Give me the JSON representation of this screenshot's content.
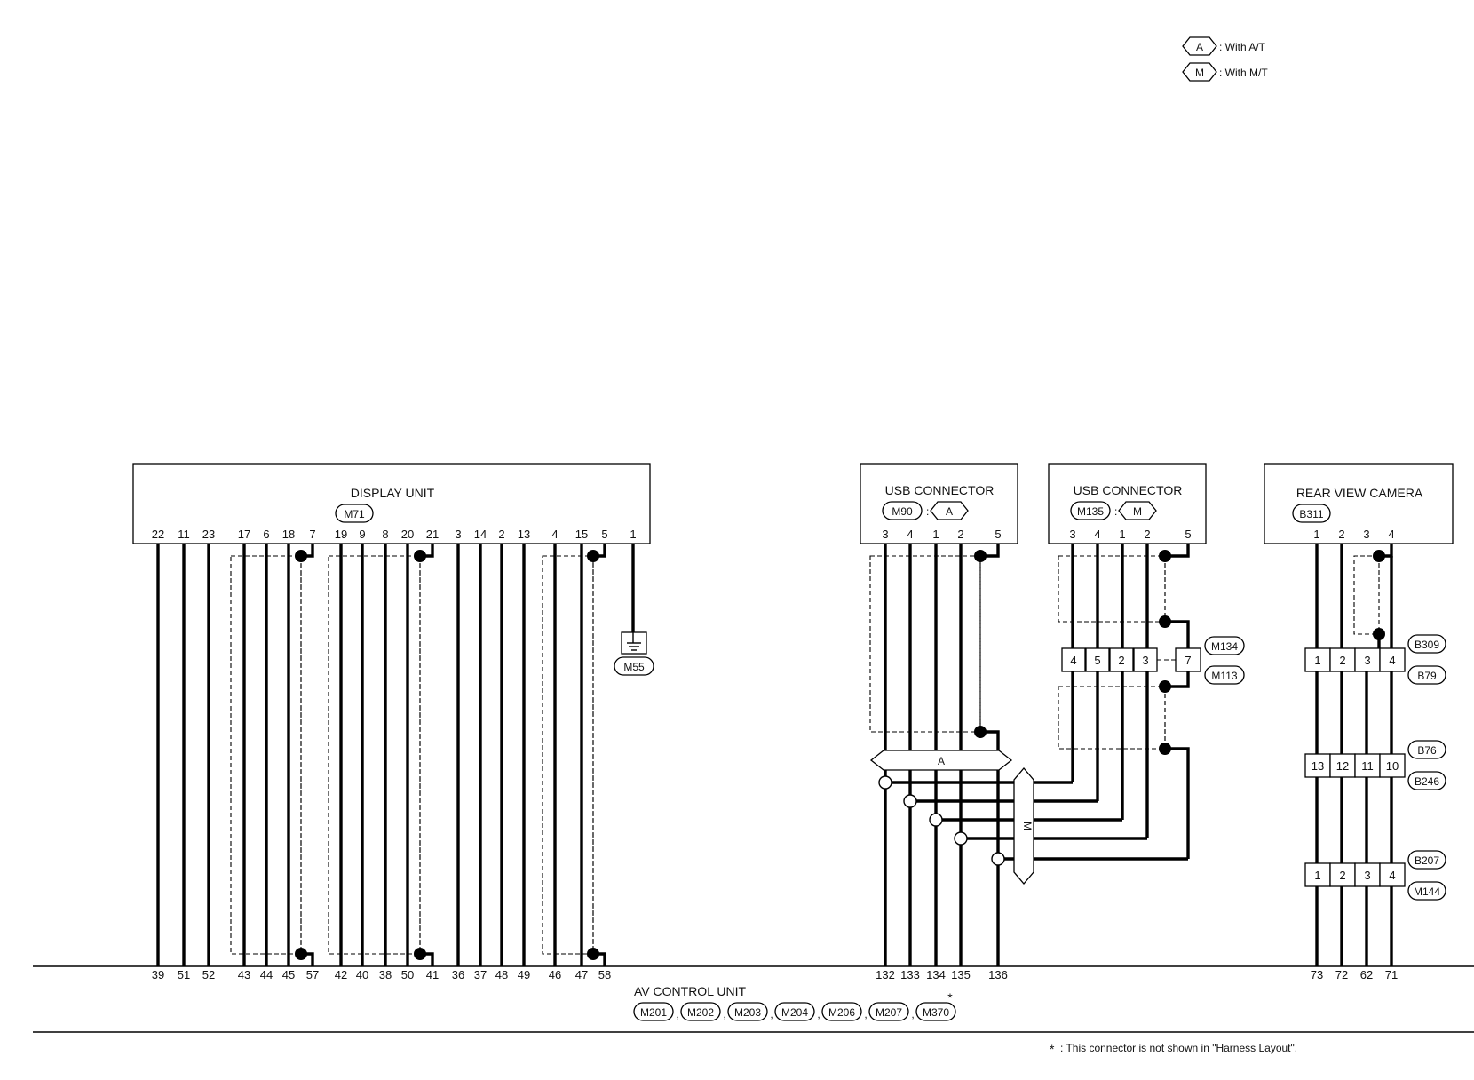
{
  "legend": {
    "a_symbol": "A",
    "a_text": ": With A/T",
    "m_symbol": "M",
    "m_text": ": With M/T"
  },
  "display_unit": {
    "title": "DISPLAY UNIT",
    "connector": "M71",
    "top_pins": [
      "22",
      "11",
      "23",
      "17",
      "6",
      "18",
      "7",
      "19",
      "9",
      "8",
      "20",
      "21",
      "3",
      "14",
      "2",
      "13",
      "4",
      "15",
      "5",
      "1"
    ],
    "ground_connector": "M55"
  },
  "usb_at": {
    "title": "USB CONNECTOR",
    "connector": "M90",
    "tag": "A",
    "pins": [
      "3",
      "4",
      "1",
      "2",
      "5"
    ]
  },
  "usb_mt": {
    "title": "USB CONNECTOR",
    "connector": "M135",
    "tag": "M",
    "pins": [
      "3",
      "4",
      "1",
      "2",
      "5"
    ]
  },
  "rear_camera": {
    "title": "REAR VIEW CAMERA",
    "connector": "B311",
    "pins": [
      "1",
      "2",
      "3",
      "4"
    ]
  },
  "inline_m134": {
    "connector_upper": "M134",
    "connector_lower": "M113",
    "pins": [
      "4",
      "5",
      "2",
      "3",
      "7"
    ]
  },
  "inline_b309": {
    "connector_upper": "B309",
    "connector_lower": "B79",
    "pins": [
      "1",
      "2",
      "3",
      "4"
    ]
  },
  "inline_b76": {
    "connector_upper": "B76",
    "connector_lower": "B246",
    "pins": [
      "13",
      "12",
      "11",
      "10"
    ]
  },
  "inline_b207": {
    "connector_upper": "B207",
    "connector_lower": "M144",
    "pins": [
      "1",
      "2",
      "3",
      "4"
    ]
  },
  "splice_a": "A",
  "splice_m": "M",
  "av_control": {
    "title": "AV CONTROL UNIT",
    "bottom_pins": [
      "39",
      "51",
      "52",
      "43",
      "44",
      "45",
      "57",
      "42",
      "40",
      "38",
      "50",
      "41",
      "36",
      "37",
      "48",
      "49",
      "46",
      "47",
      "58",
      "132",
      "133",
      "134",
      "135",
      "136",
      "73",
      "72",
      "62",
      "71"
    ],
    "connectors": [
      "M201",
      "M202",
      "M203",
      "M204",
      "M206",
      "M207",
      "M370"
    ],
    "separator": ",",
    "asterisk": "*"
  },
  "footnote": {
    "mark": "*",
    "text": ": This connector is not shown in \"Harness Layout\"."
  }
}
